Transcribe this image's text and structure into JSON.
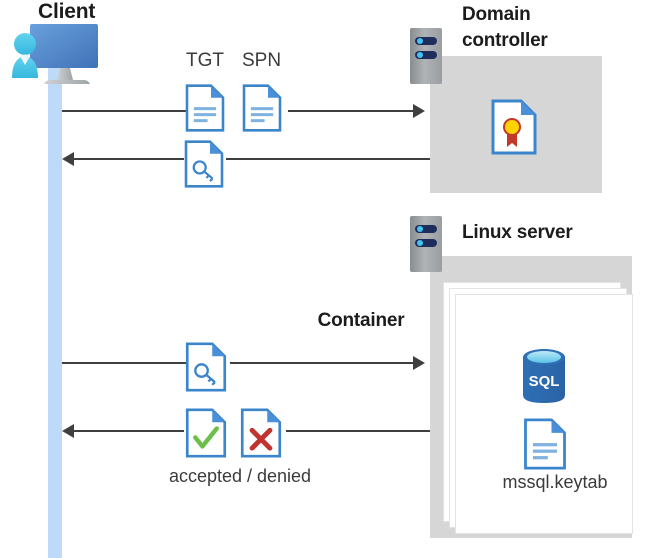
{
  "diagram": {
    "title_client": "Client",
    "title_domain_controller": "Domain\ncontroller",
    "title_domain_controller_line1": "Domain",
    "title_domain_controller_line2": "controller",
    "title_linux_server": "Linux server",
    "title_container": "Container",
    "label_keytab": "mssql.keytab",
    "label_accepted_denied": "accepted / denied",
    "label_tgt": "TGT",
    "label_spn": "SPN",
    "label_sql": "SQL"
  },
  "icons": {
    "client": "client-workstation-icon",
    "domain_controller_server": "server-rack-icon",
    "linux_server": "server-rack-icon",
    "certificate": "certificate-document-icon",
    "tgt_document": "text-document-icon",
    "spn_document": "text-document-icon",
    "ticket_key_1": "key-document-icon",
    "ticket_key_2": "key-document-icon",
    "accepted": "check-document-icon",
    "denied": "cross-document-icon",
    "sql_database": "sql-database-icon",
    "keytab_document": "text-document-icon"
  },
  "flows": [
    {
      "id": "flow-1",
      "direction": "right",
      "from": "client",
      "to": "domain-controller",
      "carries": [
        "TGT",
        "SPN"
      ]
    },
    {
      "id": "flow-2",
      "direction": "left",
      "from": "domain-controller",
      "to": "client",
      "carries": [
        "service-ticket"
      ]
    },
    {
      "id": "flow-3",
      "direction": "right",
      "from": "client",
      "to": "linux-server",
      "carries": [
        "service-ticket"
      ]
    },
    {
      "id": "flow-4",
      "direction": "left",
      "from": "linux-server",
      "to": "client",
      "carries": [
        "accepted",
        "denied"
      ]
    }
  ],
  "colors": {
    "lifeline": "#bedaf9",
    "host_box": "#d6d6d6",
    "doc_blue": "#3b85cc",
    "doc_fold": "#4a90d9",
    "line": "#3f3f3f",
    "accept_green": "#6cbf4b",
    "deny_red": "#c0332e",
    "sql_blue": "#2f6fb5",
    "cert_gold": "#ffd200",
    "cert_red": "#c0392b",
    "rack_navy": "#1f2d5c",
    "rack_cyan": "#45c2f0",
    "text": "#262626"
  }
}
